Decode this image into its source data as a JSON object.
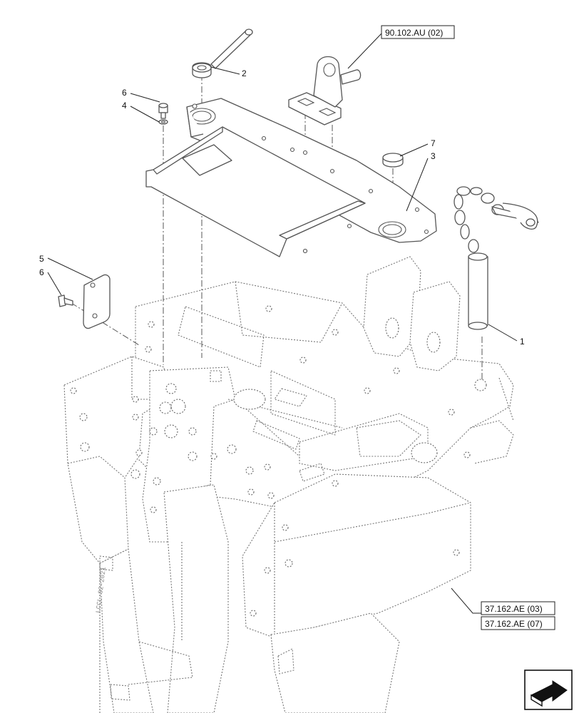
{
  "callouts": [
    "1",
    "2",
    "3",
    "4",
    "5",
    "6",
    "6",
    "7"
  ],
  "references": {
    "top": "90.102.AU (02)",
    "bottom_first": "37.162.AE (03)",
    "bottom_second": "37.162.AE (07)"
  },
  "stamp_text": "LCCL-02-2021",
  "icons": {
    "nav": "next-page-arrow-icon"
  }
}
